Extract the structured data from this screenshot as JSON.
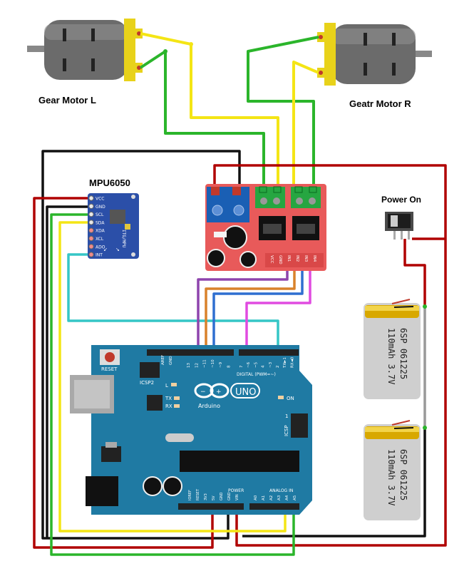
{
  "labels": {
    "motor_left": "Gear Motor L",
    "motor_right": "Geatr Motor R",
    "imu": "MPU6050",
    "power": "Power On"
  },
  "imu_pins": [
    "VCC",
    "GND",
    "SCL",
    "SDA",
    "XDA",
    "XCL",
    "ADO",
    "INT"
  ],
  "imu_chip_text": "ITG/MPU",
  "driver_pins": [
    "VCC",
    "GND",
    "IN1",
    "IN2",
    "IN3",
    "IN4"
  ],
  "battery": {
    "label_line1": "6SP 061225",
    "label_line2": "110mAh 3.7V"
  },
  "arduino": {
    "reset": "RESET",
    "icsp2": "ICSP2",
    "icsp": "ICSP",
    "on": "ON",
    "tx": "TX",
    "rx": "RX",
    "l": "L",
    "brand": "Arduino",
    "model": "UNO",
    "digital_header": "DIGITAL (PWM=~)",
    "power_header": "POWER",
    "analog_header": "ANALOG IN",
    "aref": "AREF",
    "gnd": "GND",
    "digital_pins": [
      "13",
      "12",
      "~11",
      "~10",
      "~9",
      "8",
      "7",
      "~6",
      "~5",
      "4",
      "~3",
      "2",
      "TX►1",
      "RX◄0"
    ],
    "power_pins": [
      "IOREF",
      "RESET",
      "3V3",
      "5V",
      "GND",
      "GND",
      "VIN"
    ],
    "analog_pins": [
      "A0",
      "A1",
      "A2",
      "A3",
      "A4",
      "A5"
    ],
    "icsp_num": "1"
  },
  "colors": {
    "wire_red": "#b00000",
    "wire_black": "#111111",
    "wire_yellow": "#f4e515",
    "wire_green": "#2bb52b",
    "wire_cyan": "#35c6c6",
    "wire_purple": "#8e44ad",
    "wire_orange": "#d9822b",
    "wire_blue": "#2f6fd0",
    "wire_magenta": "#e04be0",
    "arduino_board": "#1f7aa3",
    "driver_board": "#e85a5a",
    "imu_board": "#2b4fa8"
  }
}
